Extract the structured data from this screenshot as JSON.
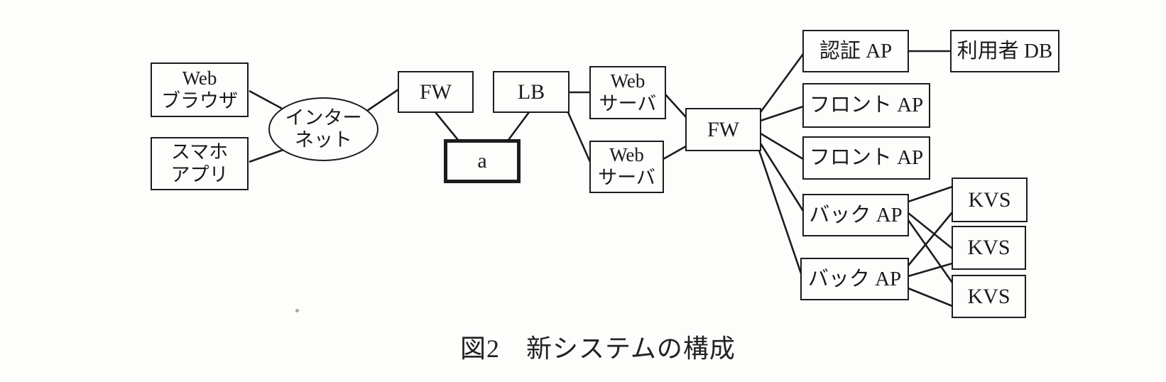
{
  "figure": {
    "caption": "図2　新システムの構成"
  },
  "nodes": {
    "web_browser": {
      "label": "Web\nブラウザ"
    },
    "smartphone_app": {
      "label": "スマホ\nアプリ"
    },
    "internet": {
      "label": "インター\nネット"
    },
    "fw_outer": {
      "label": "FW"
    },
    "box_a": {
      "label": "a"
    },
    "lb": {
      "label": "LB"
    },
    "web_server_1": {
      "label": "Web\nサーバ"
    },
    "web_server_2": {
      "label": "Web\nサーバ"
    },
    "fw_inner": {
      "label": "FW"
    },
    "auth_ap": {
      "label": "認証 AP"
    },
    "user_db": {
      "label": "利用者 DB"
    },
    "front_ap_1": {
      "label": "フロント AP"
    },
    "front_ap_2": {
      "label": "フロント AP"
    },
    "back_ap_1": {
      "label": "バック AP"
    },
    "back_ap_2": {
      "label": "バック AP"
    },
    "kvs_1": {
      "label": "KVS"
    },
    "kvs_2": {
      "label": "KVS"
    },
    "kvs_3": {
      "label": "KVS"
    }
  },
  "edges": [
    {
      "from": "web_browser",
      "to": "internet"
    },
    {
      "from": "smartphone_app",
      "to": "internet"
    },
    {
      "from": "internet",
      "to": "fw_outer"
    },
    {
      "from": "fw_outer",
      "to": "box_a"
    },
    {
      "from": "lb",
      "to": "box_a"
    },
    {
      "from": "lb",
      "to": "web_server_1"
    },
    {
      "from": "lb",
      "to": "web_server_2"
    },
    {
      "from": "web_server_1",
      "to": "fw_inner"
    },
    {
      "from": "web_server_2",
      "to": "fw_inner"
    },
    {
      "from": "fw_inner",
      "to": "auth_ap"
    },
    {
      "from": "fw_inner",
      "to": "front_ap_1"
    },
    {
      "from": "fw_inner",
      "to": "front_ap_2"
    },
    {
      "from": "fw_inner",
      "to": "back_ap_1"
    },
    {
      "from": "fw_inner",
      "to": "back_ap_2"
    },
    {
      "from": "auth_ap",
      "to": "user_db"
    },
    {
      "from": "back_ap_1",
      "to": "kvs_1"
    },
    {
      "from": "back_ap_1",
      "to": "kvs_2"
    },
    {
      "from": "back_ap_1",
      "to": "kvs_3"
    },
    {
      "from": "back_ap_2",
      "to": "kvs_1"
    },
    {
      "from": "back_ap_2",
      "to": "kvs_2"
    },
    {
      "from": "back_ap_2",
      "to": "kvs_3"
    }
  ],
  "colors": {
    "line": "#1c1c1c",
    "box_border": "#1c1c1c",
    "background": "#fdfdfc",
    "text": "#1a1a1a"
  }
}
